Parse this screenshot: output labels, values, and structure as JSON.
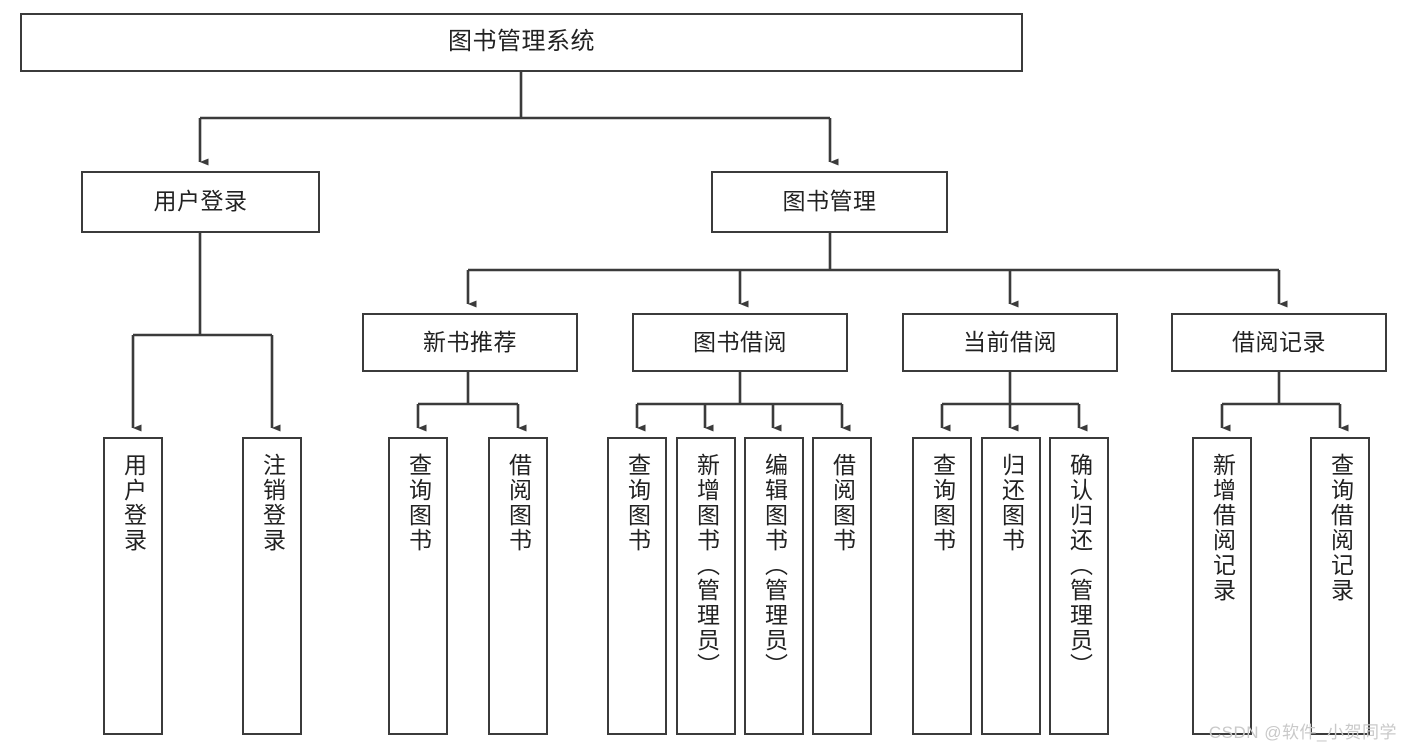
{
  "diagram": {
    "type": "tree-hierarchy",
    "title": "图书管理系统",
    "root": {
      "id": "root",
      "label": "图书管理系统",
      "orientation": "horizontal"
    },
    "level2": [
      {
        "id": "user-login",
        "label": "用户登录",
        "orientation": "horizontal"
      },
      {
        "id": "book-management",
        "label": "图书管理",
        "orientation": "horizontal"
      }
    ],
    "level3": [
      {
        "id": "new-book-recommend",
        "label": "新书推荐",
        "orientation": "horizontal",
        "parent": "book-management"
      },
      {
        "id": "book-borrow",
        "label": "图书借阅",
        "orientation": "horizontal",
        "parent": "book-management"
      },
      {
        "id": "current-borrow",
        "label": "当前借阅",
        "orientation": "horizontal",
        "parent": "book-management"
      },
      {
        "id": "borrow-record",
        "label": "借阅记录",
        "orientation": "horizontal",
        "parent": "book-management"
      }
    ],
    "leaves": [
      {
        "id": "leaf-user-login",
        "label": "用户登录",
        "orientation": "vertical",
        "parent": "user-login"
      },
      {
        "id": "leaf-logout-login",
        "label": "注销登录",
        "orientation": "vertical",
        "parent": "user-login"
      },
      {
        "id": "leaf-query-book-1",
        "label": "查询图书",
        "orientation": "vertical",
        "parent": "new-book-recommend"
      },
      {
        "id": "leaf-borrow-book-1",
        "label": "借阅图书",
        "orientation": "vertical",
        "parent": "new-book-recommend"
      },
      {
        "id": "leaf-query-book-2",
        "label": "查询图书",
        "orientation": "vertical",
        "parent": "book-borrow"
      },
      {
        "id": "leaf-add-book",
        "label": "新增图书（管理员）",
        "orientation": "vertical",
        "parent": "book-borrow"
      },
      {
        "id": "leaf-edit-book",
        "label": "编辑图书（管理员）",
        "orientation": "vertical",
        "parent": "book-borrow"
      },
      {
        "id": "leaf-borrow-book-2",
        "label": "借阅图书",
        "orientation": "vertical",
        "parent": "book-borrow"
      },
      {
        "id": "leaf-query-book-3",
        "label": "查询图书",
        "orientation": "vertical",
        "parent": "current-borrow"
      },
      {
        "id": "leaf-return-book",
        "label": "归还图书",
        "orientation": "vertical",
        "parent": "current-borrow"
      },
      {
        "id": "leaf-confirm-return",
        "label": "确认归还（管理员）",
        "orientation": "vertical",
        "parent": "current-borrow"
      },
      {
        "id": "leaf-add-record",
        "label": "新增借阅记录",
        "orientation": "vertical",
        "parent": "borrow-record"
      },
      {
        "id": "leaf-query-record",
        "label": "查询借阅记录",
        "orientation": "vertical",
        "parent": "borrow-record"
      }
    ],
    "colors": {
      "stroke": "#3b3b3b",
      "background": "#ffffff",
      "text": "#222222",
      "watermark": "#c9c9c9"
    }
  },
  "watermark": {
    "text": "CSDN @软件_小贺同学"
  }
}
